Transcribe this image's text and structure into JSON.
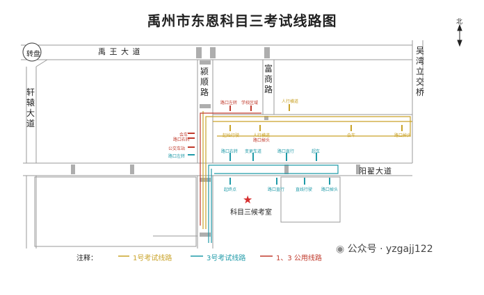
{
  "title": "禹州市东恩科目三考试线路图",
  "north": "北",
  "roads": {
    "roundabout": "转盘",
    "yuwang": "禹 王 大 道",
    "xuanyuan": "轩辕大道",
    "yingshun": "颍顺路",
    "fushang": "富商路",
    "wuwan": "吴湾立交桥",
    "yangzhai": "阳翟大道"
  },
  "markers": {
    "left_turn": "路口左转",
    "school_zone": "学校区域",
    "crosswalk_1": "人行横道",
    "meet_car": "会车",
    "right_turn_1": "路口右转",
    "bus_stop": "公交车站",
    "left_turn_2": "路口左转",
    "start_1": "起始行驶",
    "crosswalk_2": "人行横道",
    "u_turn_1": "路口掉头",
    "meet_2": "会车",
    "u_turn_2": "路口掉头",
    "right_turn_2": "路口右转",
    "lane_change": "变更车道",
    "straight_1": "路口直行",
    "overtake": "超车",
    "start_point": "起终点",
    "straight_2": "路口直行",
    "straight_drive": "直线行驶",
    "u_turn_3": "路口掉头"
  },
  "exam_room": "科目三候考室",
  "legend": {
    "note": "注释：",
    "route1": "1号考试线路",
    "route3": "3号考试线路",
    "shared": "1、3 公用线路"
  },
  "watermark": "公众号 · yzgajj122",
  "colors": {
    "route1": "#c9a227",
    "route3": "#1f9aa8",
    "shared": "#c0392b"
  }
}
